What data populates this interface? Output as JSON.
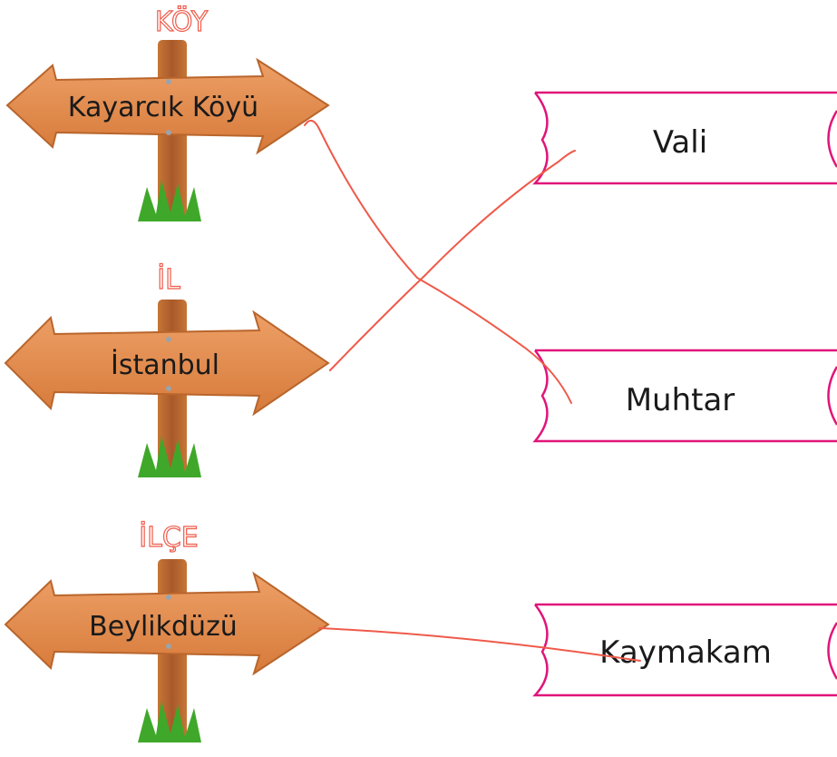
{
  "signs": [
    {
      "label": "Kayarcık Köyü",
      "annotation": "KÖY"
    },
    {
      "label": "İstanbul",
      "annotation": "İL"
    },
    {
      "label": "Beylikdüzü",
      "annotation": "İLÇE"
    }
  ],
  "boxes": [
    {
      "label": "Vali"
    },
    {
      "label": "Muhtar"
    },
    {
      "label": "Kaymakam"
    }
  ],
  "matches": [
    {
      "from": "Kayarcık Köyü",
      "to": "Muhtar"
    },
    {
      "from": "İstanbul",
      "to": "Vali"
    },
    {
      "from": "Beylikdüzü",
      "to": "Kaymakam"
    }
  ],
  "colors": {
    "sign_wood": "#e08a4a",
    "sign_edge": "#b9652c",
    "post": "#b86a2e",
    "grass": "#3fa82a",
    "box_border": "#e0157a",
    "pen": "#ef5a4a"
  }
}
